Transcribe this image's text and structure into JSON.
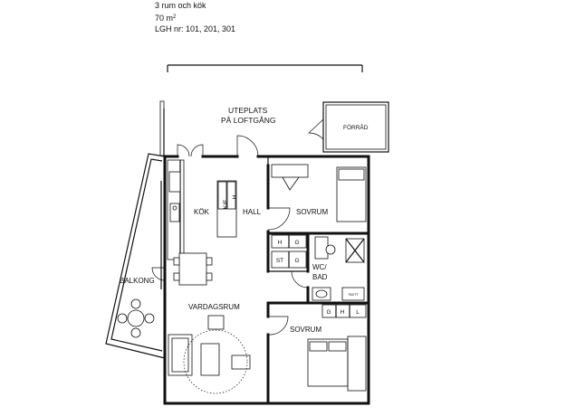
{
  "header": {
    "rooms": "3 rum och kök",
    "area_value": "70 m",
    "area_exp": "2",
    "apartments": "LGH nr: 101, 201, 301"
  },
  "rooms": {
    "uteplats": "UTEPLATS",
    "pa_loftgang": "PÅ LOFTGÅNG",
    "forrad": "FÖRRÅD",
    "kok": "KÖK",
    "hall": "HALL",
    "sovrum_1": "SOVRUM",
    "wc_line1": "WC/",
    "wc_line2": "BAD",
    "balkong": "BALKONG",
    "vardagsrum": "VARDAGSRUM",
    "sovrum_2": "SOVRUM"
  },
  "fixtures": {
    "kf": "K/F",
    "h_kitchen": "H",
    "h_hall": "H",
    "g_hall_upper": "G",
    "st": "ST",
    "g_hall_lower": "G",
    "g_bed": "G",
    "h_bed": "H",
    "l_bed": "L",
    "tvatt": "TM/TT"
  }
}
